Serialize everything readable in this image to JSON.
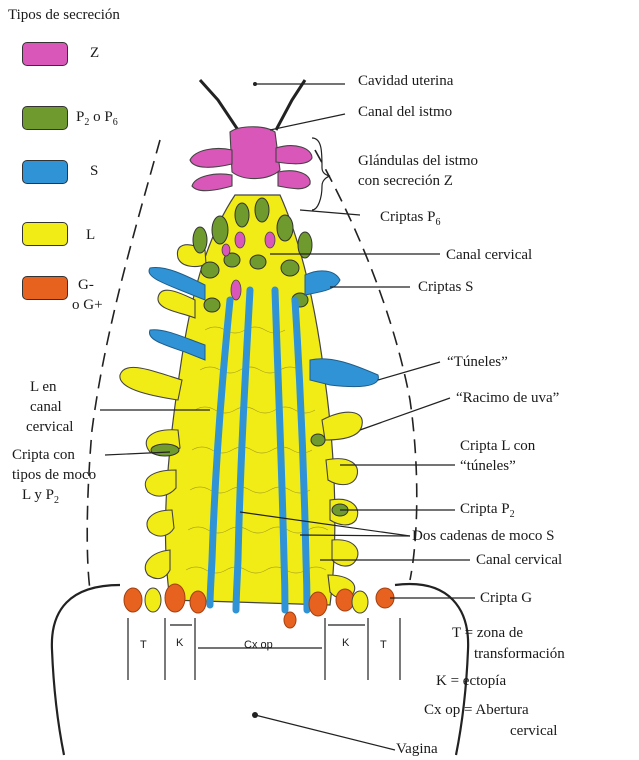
{
  "legend": {
    "title": "Tipos de secreción",
    "items": [
      {
        "label": "Z",
        "color": "#d957b8"
      },
      {
        "label": "P2 o P6",
        "color": "#6f9a2e"
      },
      {
        "label": "S",
        "color": "#2f93d6"
      },
      {
        "label": "L",
        "color": "#f2ec16"
      },
      {
        "label_line1": "G-",
        "label_line2": "o G+",
        "color": "#e8621f"
      }
    ]
  },
  "labels": {
    "cavidad_uterina": "Cavidad uterina",
    "canal_istmo": "Canal del istmo",
    "glandulas_1": "Glándulas del istmo",
    "glandulas_2": "con secreción Z",
    "criptas_p6": "Criptas P",
    "criptas_p6_sub": "6",
    "canal_cervical_top": "Canal cervical",
    "criptas_s": "Criptas S",
    "tuneles": "“Túneles”",
    "racimo": "“Racimo de uva”",
    "cripta_l_1": "Cripta L con",
    "cripta_l_2": "“túneles”",
    "cripta_p2": "Cripta P",
    "cripta_p2_sub": "2",
    "dos_cadenas": "Dos cadenas de moco S",
    "canal_cervical_bottom": "Canal cervical",
    "cripta_g": "Cripta G",
    "t_def_1": "T = zona de",
    "t_def_2": "transformación",
    "k_def": "K = ectopía",
    "cx_def_1": "Cx op = Abertura",
    "cx_def_2": "cervical",
    "vagina": "Vagina",
    "l_canal_1": "L en",
    "l_canal_2": "canal",
    "l_canal_3": "cervical",
    "cripta_moco_1": "Cripta con",
    "cripta_moco_2": "tipos de moco",
    "cripta_moco_3": "L y P",
    "cripta_moco_3_sub": "2",
    "dim_t": "T",
    "dim_k": "K",
    "dim_cx": "Cx op"
  },
  "colors": {
    "z": "#d957b8",
    "p": "#6f9a2e",
    "s": "#2f93d6",
    "l": "#f2ec16",
    "g": "#e8621f",
    "outline": "#222222"
  }
}
